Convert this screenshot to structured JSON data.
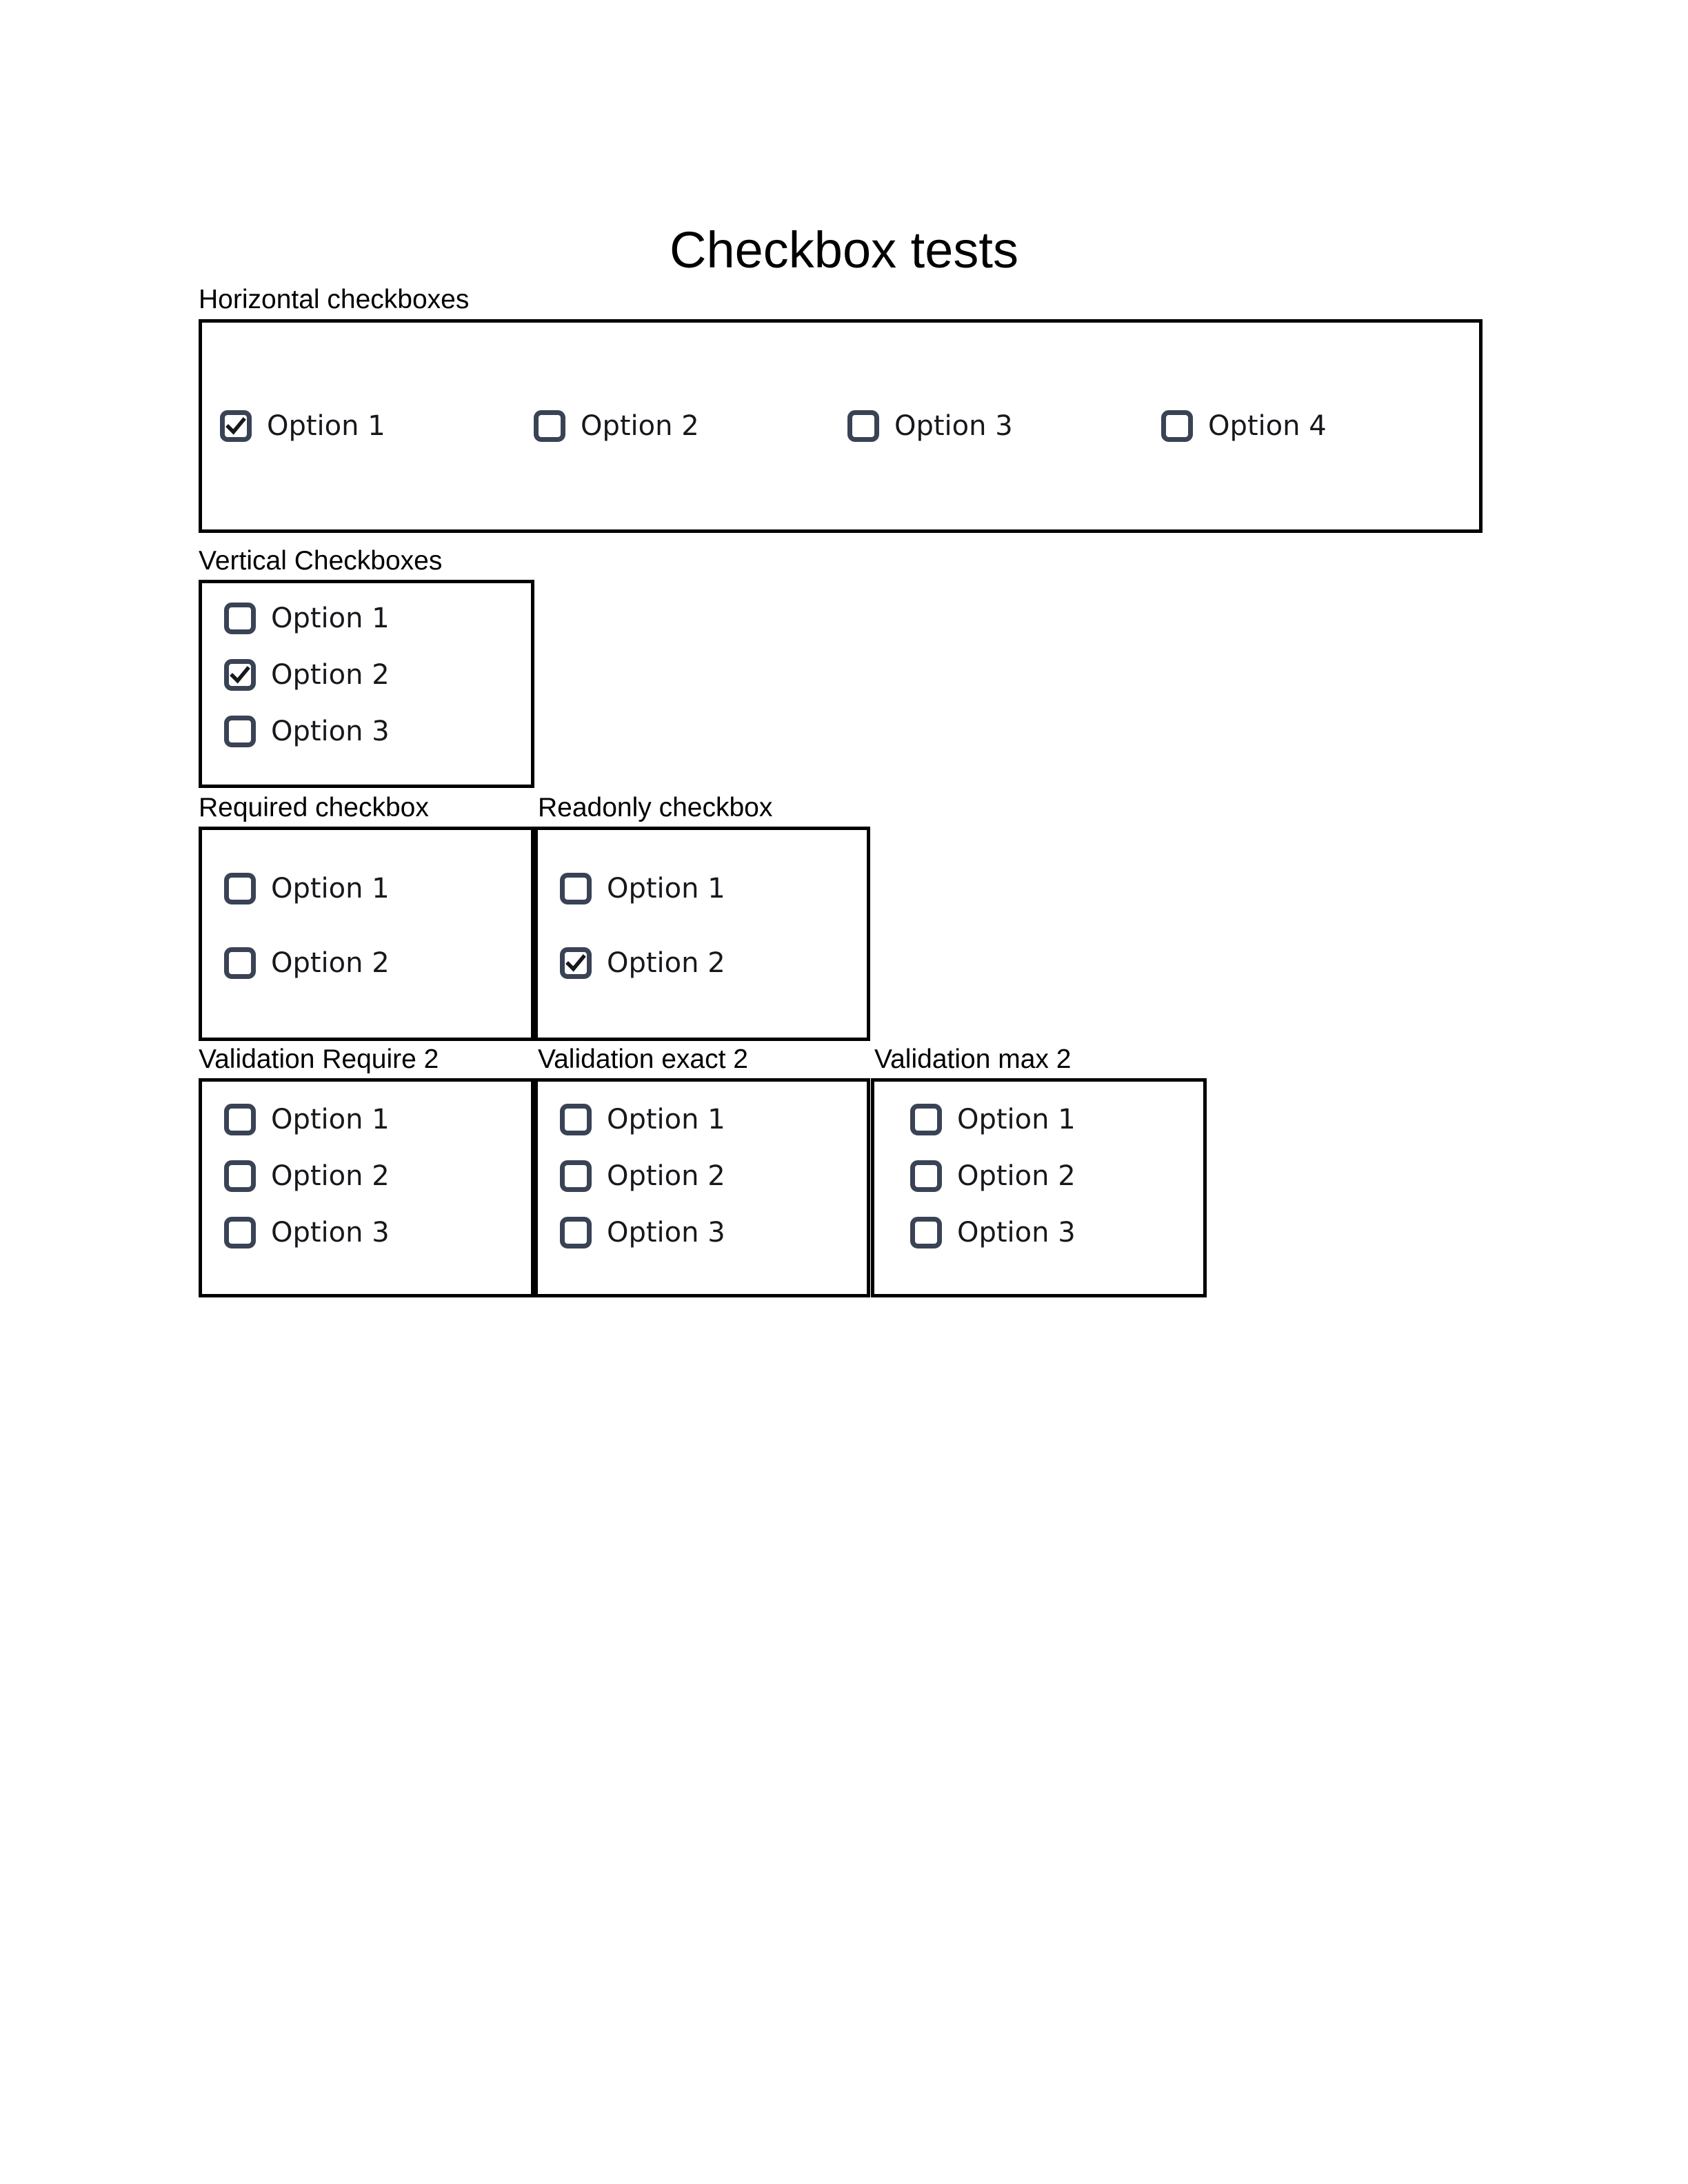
{
  "page": {
    "title": "Checkbox tests",
    "background_color": "#ffffff",
    "text_color": "#000000",
    "checkbox_color": "#3a4355",
    "border_color": "#000000"
  },
  "sections": [
    {
      "id": "horizontal",
      "label": "Horizontal checkboxes",
      "orientation": "horizontal",
      "options": [
        {
          "label": "Option 1",
          "checked": true
        },
        {
          "label": "Option 2",
          "checked": false
        },
        {
          "label": "Option 3",
          "checked": false
        },
        {
          "label": "Option 4",
          "checked": false
        }
      ]
    },
    {
      "id": "vertical",
      "label": "Vertical Checkboxes",
      "orientation": "vertical",
      "options": [
        {
          "label": "Option 1",
          "checked": false
        },
        {
          "label": "Option 2",
          "checked": true
        },
        {
          "label": "Option 3",
          "checked": false
        }
      ]
    },
    {
      "id": "required",
      "label": "Required checkbox",
      "orientation": "vertical",
      "options": [
        {
          "label": "Option 1",
          "checked": false
        },
        {
          "label": "Option 2",
          "checked": false
        }
      ]
    },
    {
      "id": "readonly",
      "label": "Readonly checkbox",
      "orientation": "vertical",
      "options": [
        {
          "label": "Option 1",
          "checked": false
        },
        {
          "label": "Option 2",
          "checked": true
        }
      ]
    },
    {
      "id": "validation-require-2",
      "label": "Validation Require 2",
      "orientation": "vertical",
      "options": [
        {
          "label": "Option 1",
          "checked": false
        },
        {
          "label": "Option 2",
          "checked": false
        },
        {
          "label": "Option 3",
          "checked": false
        }
      ]
    },
    {
      "id": "validation-exact-2",
      "label": "Validation exact 2",
      "orientation": "vertical",
      "options": [
        {
          "label": "Option 1",
          "checked": false
        },
        {
          "label": "Option 2",
          "checked": false
        },
        {
          "label": "Option 3",
          "checked": false
        }
      ]
    },
    {
      "id": "validation-max-2",
      "label": "Validation max 2",
      "orientation": "vertical",
      "options": [
        {
          "label": "Option 1",
          "checked": false
        },
        {
          "label": "Option 2",
          "checked": false
        },
        {
          "label": "Option 3",
          "checked": false
        }
      ]
    }
  ],
  "icons": {
    "check": "checkmark-icon"
  }
}
